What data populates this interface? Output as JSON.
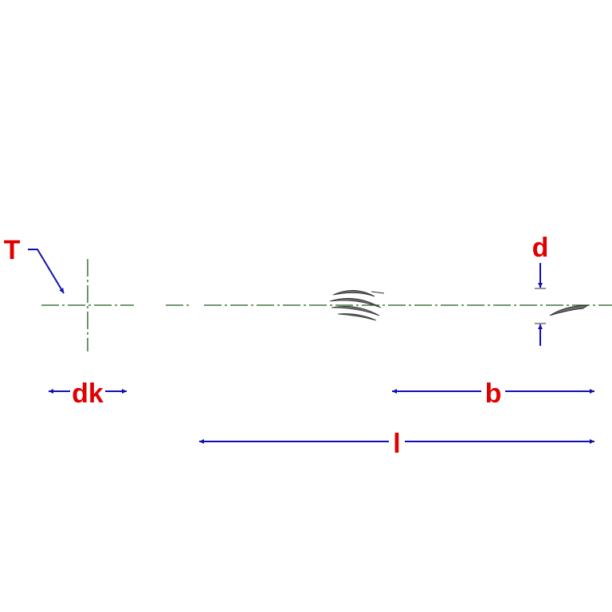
{
  "diagram": {
    "labels": {
      "thread": "T",
      "head_diameter": "dk",
      "diameter": "d",
      "thread_length": "b",
      "length": "l"
    },
    "colors": {
      "label": "#e00000",
      "dimension_line": "#1010b0",
      "center_line": "#1a5c1a",
      "part_fill": "#6e6e6e",
      "part_outline": "#2a2a2a",
      "background": "#ffffff"
    }
  }
}
